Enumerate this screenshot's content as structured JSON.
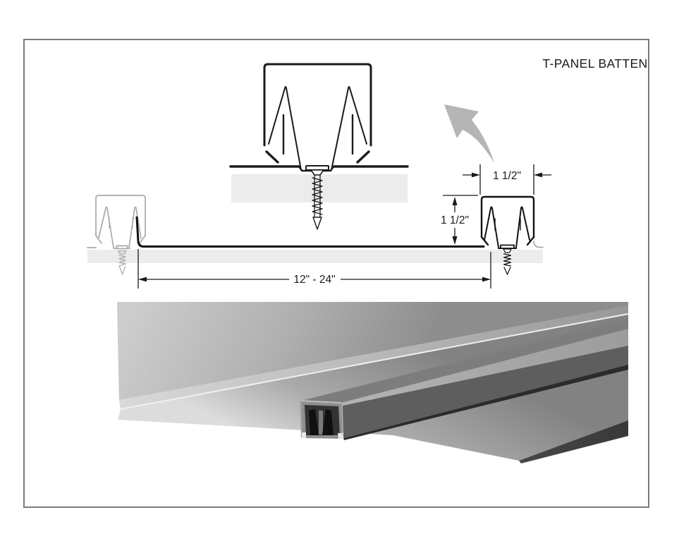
{
  "title": "T-PANEL BATTEN",
  "dimensions": {
    "batten_width": "1 1/2\"",
    "batten_height": "1 1/2\"",
    "panel_spacing": "12\" - 24\""
  },
  "colors": {
    "line": "#1a1a1a",
    "ghost_line": "#a9a9a9",
    "substrate_fill": "#ececec",
    "arrow_fill": "#b5b5b5",
    "frame_border": "#7a7a7a",
    "background": "#ffffff",
    "render_dark": "#3f3f3f",
    "render_light": "#d8d8d8"
  }
}
